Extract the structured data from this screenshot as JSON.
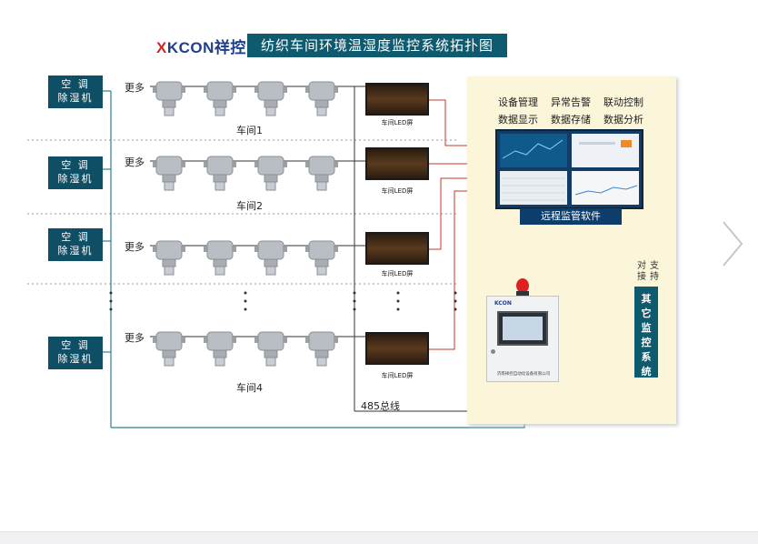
{
  "header": {
    "logo_mark": "X",
    "logo_text": "KCON祥控",
    "title": "纺织车间环境温湿度监控系统拓扑图"
  },
  "rows": [
    {
      "ac_line1": "空  调",
      "ac_line2": "除湿机",
      "more": "更多",
      "workshop": "车间1",
      "led": "车间LED屏"
    },
    {
      "ac_line1": "空  调",
      "ac_line2": "除湿机",
      "more": "更多",
      "workshop": "车间2",
      "led": "车间LED屏"
    },
    {
      "ac_line1": "空  调",
      "ac_line2": "除湿机",
      "more": "更多",
      "workshop": "",
      "led": "车间LED屏"
    },
    {
      "ac_line1": "空  调",
      "ac_line2": "除湿机",
      "more": "更多",
      "workshop": "车间4",
      "led": "车间LED屏"
    }
  ],
  "functions": [
    "设备管理",
    "异常告警",
    "联动控制",
    "数据显示",
    "数据存储",
    "数据分析"
  ],
  "software_label": "远程监管软件",
  "cabinet": {
    "brand": "KCON",
    "caption": "济南祥控自动化设备有限公司"
  },
  "bus_label": "485总线",
  "other_system": {
    "label": "其它监控系统",
    "dock1": "对接",
    "dock2": "支持"
  },
  "colors": {
    "teal": "#0e5a6e",
    "navy": "#0d3d6b",
    "wire_red": "#c0392b",
    "wire_teal": "#2e8b8b"
  },
  "icons": {
    "next": "chevron-right-icon",
    "sensor": "sensor-icon",
    "alarm": "alarm-lamp-icon"
  }
}
